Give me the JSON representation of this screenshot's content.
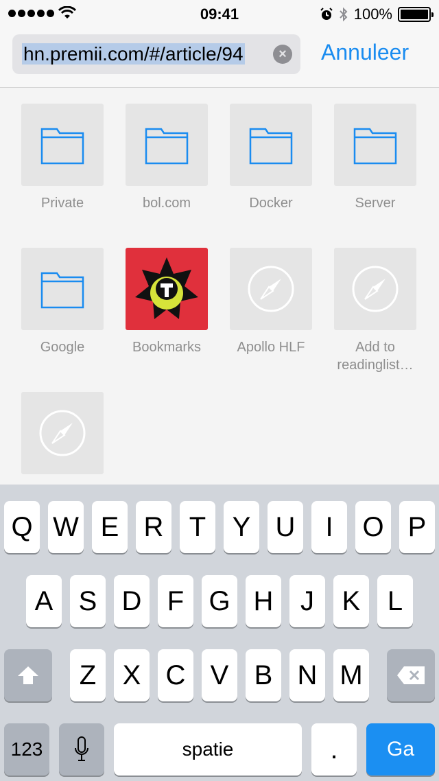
{
  "status_bar": {
    "time": "09:41",
    "battery": "100%"
  },
  "url_bar": {
    "url": "hn.premii.com/#/article/94",
    "cancel_label": "Annuleer"
  },
  "bookmarks": [
    {
      "label": "Private",
      "icon": "folder-icon"
    },
    {
      "label": "bol.com",
      "icon": "folder-icon"
    },
    {
      "label": "Docker",
      "icon": "folder-icon"
    },
    {
      "label": "Server",
      "icon": "folder-icon"
    },
    {
      "label": "Google",
      "icon": "folder-icon"
    },
    {
      "label": "Bookmarks",
      "icon": "bookmarks-app-icon"
    },
    {
      "label": "Apollo HLF",
      "icon": "compass-icon"
    },
    {
      "label": "Add to readinglist…",
      "icon": "compass-icon"
    },
    {
      "label": "",
      "icon": "compass-icon"
    }
  ],
  "keyboard": {
    "row1": [
      "Q",
      "W",
      "E",
      "R",
      "T",
      "Y",
      "U",
      "I",
      "O",
      "P"
    ],
    "row2": [
      "A",
      "S",
      "D",
      "F",
      "G",
      "H",
      "J",
      "K",
      "L"
    ],
    "row3": [
      "Z",
      "X",
      "C",
      "V",
      "B",
      "N",
      "M"
    ],
    "numbers_label": "123",
    "space_label": "spatie",
    "period_label": ".",
    "go_label": "Ga"
  },
  "colors": {
    "accent": "#1a8cf0",
    "go_key": "#1b8ff2",
    "folder_stroke": "#1a8cf0"
  }
}
